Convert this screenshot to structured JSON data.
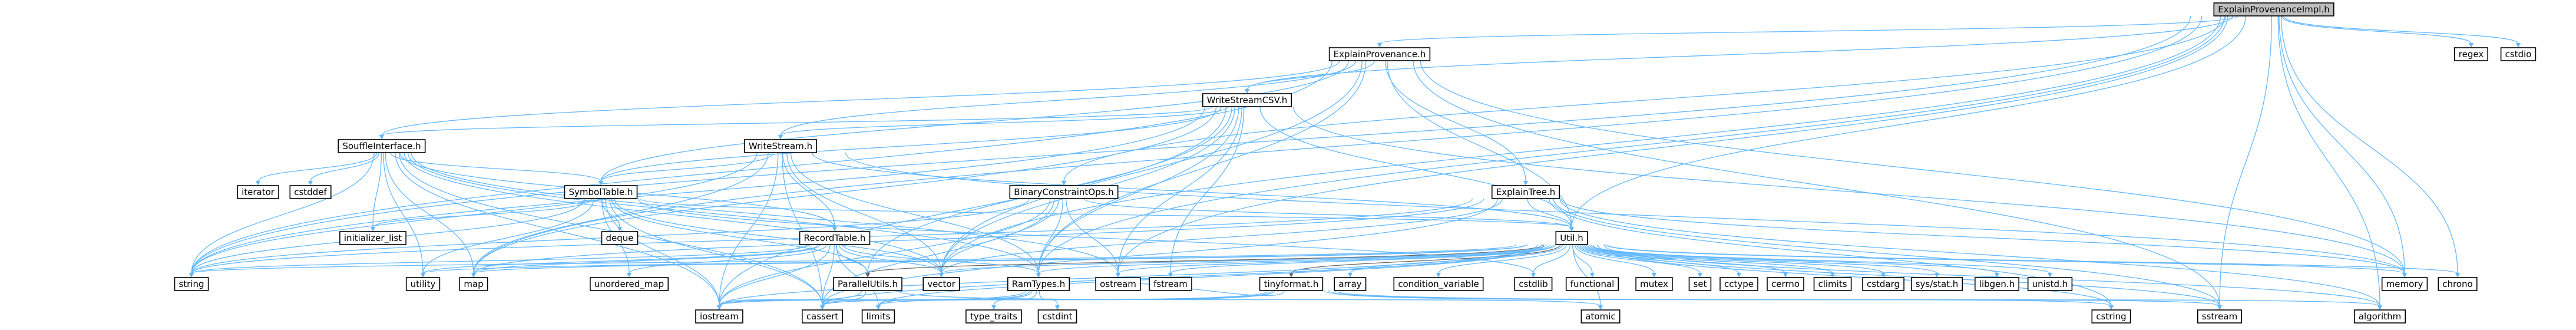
{
  "graph": {
    "colors": {
      "edge": "#63b8ff",
      "edge_alt": "#666666",
      "root_fill": "#bfbfbf",
      "local_header_fill": "#ffffff",
      "local_header_border": "#000000",
      "missing_header_border": "#ff0000",
      "system_header_border": "#bfbfbf",
      "label": "#000000"
    },
    "nodes": [
      {
        "id": "root",
        "label": "ExplainProvenanceImpl.h",
        "kind": "root"
      },
      {
        "id": "ep",
        "label": "ExplainProvenance.h",
        "kind": "local"
      },
      {
        "id": "regex",
        "label": "regex",
        "kind": "system"
      },
      {
        "id": "cstdio",
        "label": "cstdio",
        "kind": "system"
      },
      {
        "id": "wscsv",
        "label": "WriteStreamCSV.h",
        "kind": "local"
      },
      {
        "id": "si",
        "label": "SouffleInterface.h",
        "kind": "local"
      },
      {
        "id": "ws",
        "label": "WriteStream.h",
        "kind": "missing"
      },
      {
        "id": "bco",
        "label": "BinaryConstraintOps.h",
        "kind": "local"
      },
      {
        "id": "et",
        "label": "ExplainTree.h",
        "kind": "local"
      },
      {
        "id": "iterator",
        "label": "iterator",
        "kind": "system"
      },
      {
        "id": "cstddef",
        "label": "cstddef",
        "kind": "system"
      },
      {
        "id": "st",
        "label": "SymbolTable.h",
        "kind": "local"
      },
      {
        "id": "initlist",
        "label": "initializer_list",
        "kind": "system"
      },
      {
        "id": "deque",
        "label": "deque",
        "kind": "system"
      },
      {
        "id": "rt",
        "label": "RecordTable.h",
        "kind": "missing"
      },
      {
        "id": "util",
        "label": "Util.h",
        "kind": "local"
      },
      {
        "id": "string",
        "label": "string",
        "kind": "system"
      },
      {
        "id": "utility",
        "label": "utility",
        "kind": "system"
      },
      {
        "id": "map",
        "label": "map",
        "kind": "system"
      },
      {
        "id": "umap",
        "label": "unordered_map",
        "kind": "system"
      },
      {
        "id": "pu",
        "label": "ParallelUtils.h",
        "kind": "local"
      },
      {
        "id": "vector",
        "label": "vector",
        "kind": "system"
      },
      {
        "id": "rtypes",
        "label": "RamTypes.h",
        "kind": "local"
      },
      {
        "id": "ostream",
        "label": "ostream",
        "kind": "system"
      },
      {
        "id": "fstream",
        "label": "fstream",
        "kind": "system"
      },
      {
        "id": "tinyformat",
        "label": "tinyformat.h",
        "kind": "local"
      },
      {
        "id": "array",
        "label": "array",
        "kind": "system"
      },
      {
        "id": "condvar",
        "label": "condition_variable",
        "kind": "system"
      },
      {
        "id": "cstdlib",
        "label": "cstdlib",
        "kind": "system"
      },
      {
        "id": "functional",
        "label": "functional",
        "kind": "system"
      },
      {
        "id": "mutex",
        "label": "mutex",
        "kind": "system"
      },
      {
        "id": "set",
        "label": "set",
        "kind": "system"
      },
      {
        "id": "cctype",
        "label": "cctype",
        "kind": "system"
      },
      {
        "id": "cerrno",
        "label": "cerrno",
        "kind": "system"
      },
      {
        "id": "climits",
        "label": "climits",
        "kind": "system"
      },
      {
        "id": "cstdarg",
        "label": "cstdarg",
        "kind": "system"
      },
      {
        "id": "sysstat",
        "label": "sys/stat.h",
        "kind": "system"
      },
      {
        "id": "libgen",
        "label": "libgen.h",
        "kind": "system"
      },
      {
        "id": "unistd",
        "label": "unistd.h",
        "kind": "system"
      },
      {
        "id": "memory",
        "label": "memory",
        "kind": "system"
      },
      {
        "id": "chrono",
        "label": "chrono",
        "kind": "system"
      },
      {
        "id": "iostream",
        "label": "iostream",
        "kind": "system"
      },
      {
        "id": "cassert",
        "label": "cassert",
        "kind": "system"
      },
      {
        "id": "limits",
        "label": "limits",
        "kind": "system"
      },
      {
        "id": "typetraits",
        "label": "type_traits",
        "kind": "system"
      },
      {
        "id": "cstdint",
        "label": "cstdint",
        "kind": "system"
      },
      {
        "id": "atomic",
        "label": "atomic",
        "kind": "system"
      },
      {
        "id": "cstring",
        "label": "cstring",
        "kind": "system"
      },
      {
        "id": "sstream",
        "label": "sstream",
        "kind": "system"
      },
      {
        "id": "algorithm",
        "label": "algorithm",
        "kind": "system"
      }
    ],
    "edges": [
      [
        "root",
        "ep"
      ],
      [
        "root",
        "regex"
      ],
      [
        "root",
        "cstdio"
      ],
      [
        "root",
        "bco"
      ],
      [
        "root",
        "util"
      ],
      [
        "root",
        "string"
      ],
      [
        "root",
        "vector"
      ],
      [
        "root",
        "memory"
      ],
      [
        "root",
        "chrono"
      ],
      [
        "root",
        "sstream"
      ],
      [
        "root",
        "algorithm"
      ],
      [
        "root",
        "map"
      ],
      [
        "root",
        "rtypes"
      ],
      [
        "root",
        "wscsv"
      ],
      [
        "root",
        "ostream"
      ],
      [
        "ep",
        "wscsv"
      ],
      [
        "ep",
        "si"
      ],
      [
        "ep",
        "et"
      ],
      [
        "ep",
        "util"
      ],
      [
        "ep",
        "string"
      ],
      [
        "ep",
        "vector"
      ],
      [
        "ep",
        "memory"
      ],
      [
        "ep",
        "sstream"
      ],
      [
        "ep",
        "rtypes"
      ],
      [
        "ep",
        "ws"
      ],
      [
        "ep",
        "st"
      ],
      [
        "wscsv",
        "ws"
      ],
      [
        "wscsv",
        "si"
      ],
      [
        "wscsv",
        "st"
      ],
      [
        "wscsv",
        "util"
      ],
      [
        "wscsv",
        "rtypes"
      ],
      [
        "wscsv",
        "map"
      ],
      [
        "wscsv",
        "ostream"
      ],
      [
        "wscsv",
        "fstream"
      ],
      [
        "wscsv",
        "string"
      ],
      [
        "wscsv",
        "vector"
      ],
      [
        "wscsv",
        "memory"
      ],
      [
        "wscsv",
        "pu"
      ],
      [
        "wscsv",
        "iostream"
      ],
      [
        "si",
        "rt"
      ],
      [
        "si",
        "st"
      ],
      [
        "si",
        "string"
      ],
      [
        "si",
        "vector"
      ],
      [
        "si",
        "map"
      ],
      [
        "si",
        "iterator"
      ],
      [
        "si",
        "cstddef"
      ],
      [
        "si",
        "initlist"
      ],
      [
        "si",
        "iostream"
      ],
      [
        "si",
        "utility"
      ],
      [
        "si",
        "cassert"
      ],
      [
        "si",
        "rtypes"
      ],
      [
        "si",
        "ostream"
      ],
      [
        "ws",
        "st"
      ],
      [
        "ws",
        "rt"
      ],
      [
        "ws",
        "util"
      ],
      [
        "ws",
        "rtypes"
      ],
      [
        "ws",
        "map"
      ],
      [
        "ws",
        "string"
      ],
      [
        "ws",
        "vector"
      ],
      [
        "ws",
        "cassert"
      ],
      [
        "ws",
        "iostream"
      ],
      [
        "ws",
        "memory"
      ],
      [
        "bco",
        "util"
      ],
      [
        "bco",
        "rtypes"
      ],
      [
        "bco",
        "cassert"
      ],
      [
        "bco",
        "iostream"
      ],
      [
        "bco",
        "vector"
      ],
      [
        "bco",
        "string"
      ],
      [
        "bco",
        "ostream"
      ],
      [
        "et",
        "util"
      ],
      [
        "et",
        "string"
      ],
      [
        "et",
        "vector"
      ],
      [
        "et",
        "memory"
      ],
      [
        "et",
        "sstream"
      ],
      [
        "et",
        "map"
      ],
      [
        "et",
        "algorithm"
      ],
      [
        "et",
        "cassert"
      ],
      [
        "et",
        "cstring"
      ],
      [
        "st",
        "util"
      ],
      [
        "st",
        "pu"
      ],
      [
        "st",
        "deque"
      ],
      [
        "st",
        "initlist"
      ],
      [
        "st",
        "umap"
      ],
      [
        "st",
        "vector"
      ],
      [
        "st",
        "string"
      ],
      [
        "st",
        "iostream"
      ],
      [
        "st",
        "cassert"
      ],
      [
        "st",
        "utility"
      ],
      [
        "st",
        "cstdlib"
      ],
      [
        "rt",
        "pu"
      ],
      [
        "rt",
        "rtypes"
      ],
      [
        "rt",
        "vector"
      ],
      [
        "rt",
        "limits"
      ],
      [
        "rt",
        "cassert"
      ],
      [
        "rt",
        "map"
      ],
      [
        "rt",
        "iostream"
      ],
      [
        "rt",
        "utility"
      ],
      [
        "rt",
        "umap"
      ],
      [
        "rt",
        "string"
      ],
      [
        "util",
        "tinyformat"
      ],
      [
        "util",
        "rtypes"
      ],
      [
        "util",
        "pu"
      ],
      [
        "util",
        "array"
      ],
      [
        "util",
        "condvar"
      ],
      [
        "util",
        "cstdlib"
      ],
      [
        "util",
        "functional"
      ],
      [
        "util",
        "mutex"
      ],
      [
        "util",
        "set"
      ],
      [
        "util",
        "cctype"
      ],
      [
        "util",
        "cerrno"
      ],
      [
        "util",
        "climits"
      ],
      [
        "util",
        "cstdarg"
      ],
      [
        "util",
        "sysstat"
      ],
      [
        "util",
        "libgen"
      ],
      [
        "util",
        "unistd"
      ],
      [
        "util",
        "memory"
      ],
      [
        "util",
        "chrono"
      ],
      [
        "util",
        "iostream"
      ],
      [
        "util",
        "cassert"
      ],
      [
        "util",
        "cstring"
      ],
      [
        "util",
        "sstream"
      ],
      [
        "util",
        "algorithm"
      ],
      [
        "util",
        "string"
      ],
      [
        "util",
        "vector"
      ],
      [
        "util",
        "map"
      ],
      [
        "util",
        "utility"
      ],
      [
        "util",
        "ostream"
      ],
      [
        "util",
        "fstream"
      ],
      [
        "util",
        "atomic"
      ],
      [
        "util",
        "limits"
      ],
      [
        "pu",
        "atomic"
      ],
      [
        "pu",
        "cassert"
      ],
      [
        "pu",
        "iostream"
      ],
      [
        "rtypes",
        "cstdint"
      ],
      [
        "rtypes",
        "limits"
      ],
      [
        "rtypes",
        "typetraits"
      ],
      [
        "rtypes",
        "cassert"
      ],
      [
        "rtypes",
        "iostream"
      ],
      [
        "tinyformat",
        "cassert"
      ],
      [
        "tinyformat",
        "iostream"
      ],
      [
        "tinyformat",
        "sstream"
      ],
      [
        "tinyformat",
        "cstring"
      ],
      [
        "tinyformat",
        "algorithm"
      ],
      [
        "tinyformat",
        "limits"
      ],
      [
        "tinyformat",
        "ostream"
      ]
    ]
  }
}
